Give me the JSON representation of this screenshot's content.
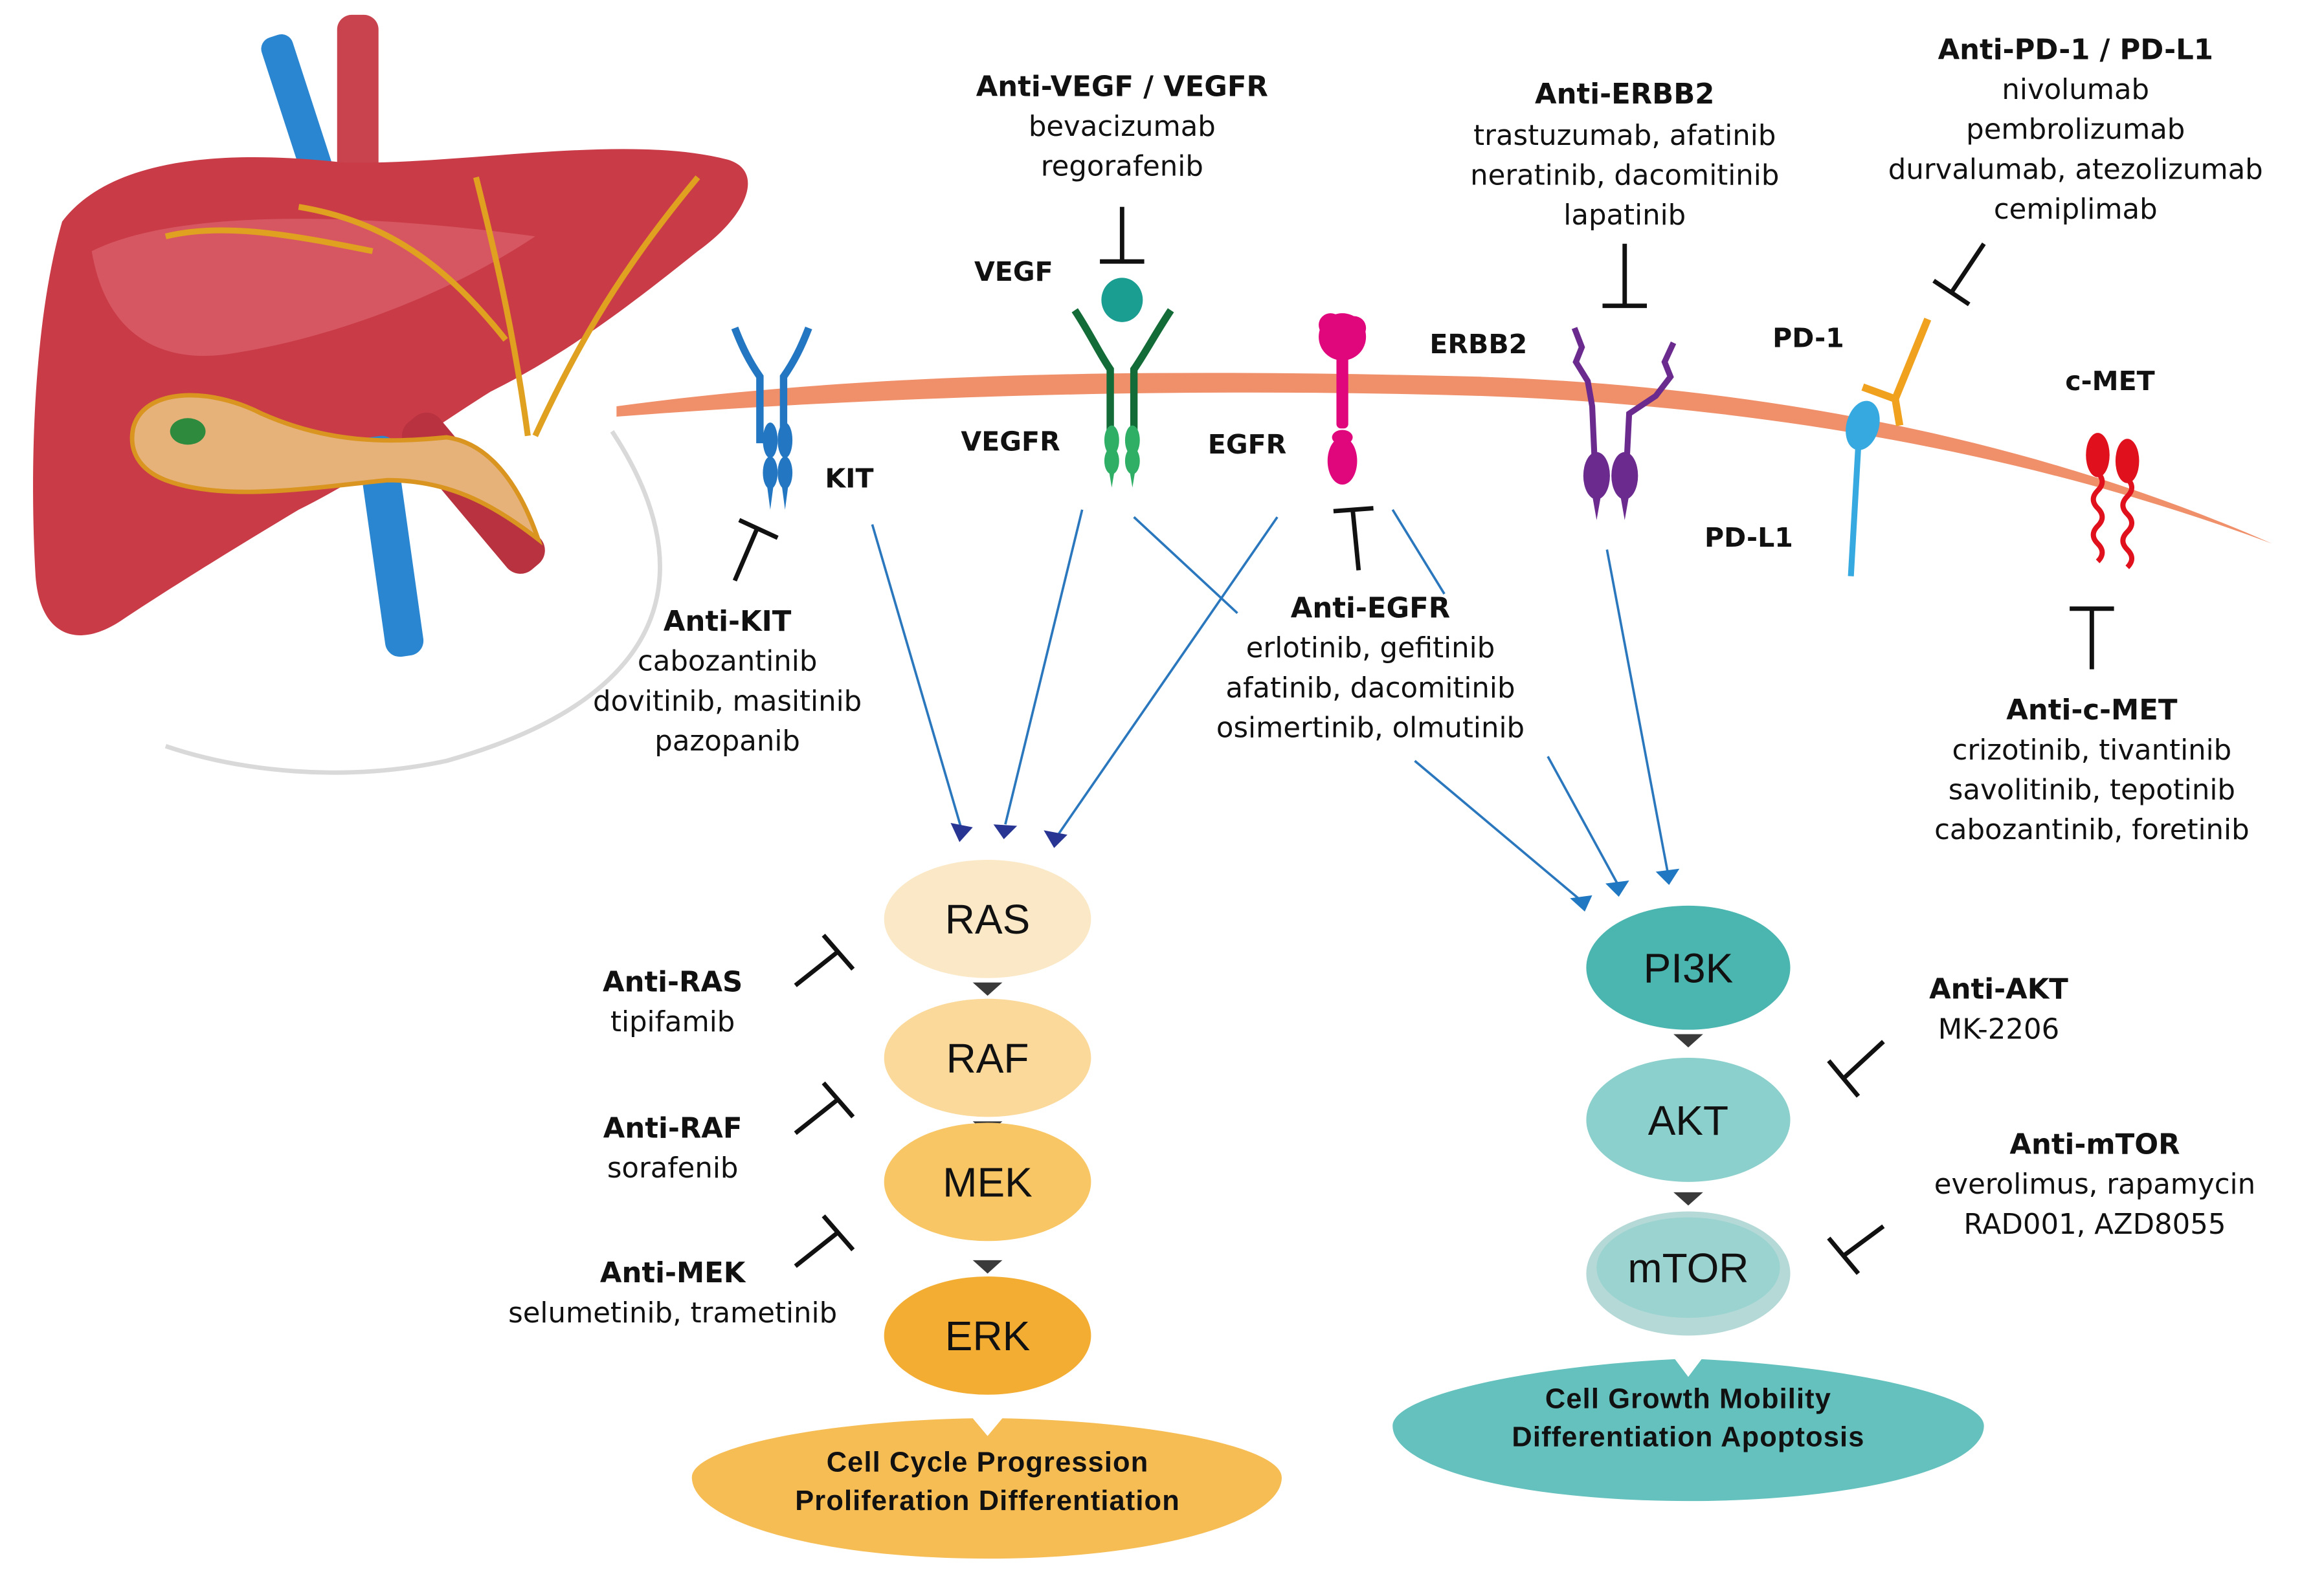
{
  "colors": {
    "membrane": "#f0906a",
    "signal_line": "#2a77bd",
    "signal_head_ras": "#283593",
    "signal_head_pi3k": "#1f78c1",
    "kit": "#2377c2",
    "vegf": "#1a9e92",
    "vegfr_upper": "#136b37",
    "vegfr_lower": "#2fae66",
    "egfr": "#e0077d",
    "erbb2": "#6a2a8e",
    "pd1": "#f0a11e",
    "pdl1": "#35a9e0",
    "cmet": "#e0101c",
    "ras": "#fbe8c6",
    "raf": "#fbd99a",
    "mek": "#f8c664",
    "erk": "#f4ad33",
    "mapk_outcome": "#f6bd55",
    "pi3k": "#4bb5b0",
    "akt": "#8bd0cc",
    "mtor": "#9ad3d0",
    "pi3k_outcome": "#65c1bd",
    "liver": "#c93b46"
  },
  "illustration": {
    "organ": "liver"
  },
  "receptors": {
    "kit": "KIT",
    "vegf": "VEGF",
    "vegfr": "VEGFR",
    "egfr": "EGFR",
    "erbb2": "ERBB2",
    "pd1": "PD-1",
    "pdl1": "PD-L1",
    "cmet": "c-MET"
  },
  "inhibitor_groups": {
    "anti_vegf": {
      "title": "Anti-VEGF / VEGFR",
      "drugs": [
        "bevacizumab",
        "regorafenib"
      ]
    },
    "anti_erbb2": {
      "title": "Anti-ERBB2",
      "drugs": [
        "trastuzumab, afatinib",
        "neratinib, dacomitinib",
        "lapatinib"
      ]
    },
    "anti_pd1": {
      "title": "Anti-PD-1 / PD-L1",
      "drugs": [
        "nivolumab",
        "pembrolizumab",
        "durvalumab, atezolizumab",
        "cemiplimab"
      ]
    },
    "anti_kit": {
      "title": "Anti-KIT",
      "drugs": [
        "cabozantinib",
        "dovitinib, masitinib",
        "pazopanib"
      ]
    },
    "anti_egfr": {
      "title": "Anti-EGFR",
      "drugs": [
        "erlotinib, gefitinib",
        "afatinib, dacomitinib",
        "osimertinib, olmutinib"
      ]
    },
    "anti_cmet": {
      "title": "Anti-c-MET",
      "drugs": [
        "crizotinib, tivantinib",
        "savolitinib, tepotinib",
        "cabozantinib, foretinib"
      ]
    },
    "anti_ras": {
      "title": "Anti-RAS",
      "drugs": [
        "tipifamib"
      ]
    },
    "anti_raf": {
      "title": "Anti-RAF",
      "drugs": [
        "sorafenib"
      ]
    },
    "anti_mek": {
      "title": "Anti-MEK",
      "drugs": [
        "selumetinib, trametinib"
      ]
    },
    "anti_akt": {
      "title": "Anti-AKT",
      "drugs": [
        "MK-2206"
      ]
    },
    "anti_mtor": {
      "title": "Anti-mTOR",
      "drugs": [
        "everolimus, rapamycin",
        "RAD001, AZD8055"
      ]
    }
  },
  "mapk_pathway": {
    "nodes": [
      "RAS",
      "RAF",
      "MEK",
      "ERK"
    ],
    "outcome": [
      "Cell Cycle Progression",
      "Proliferation Differentiation"
    ]
  },
  "pi3k_pathway": {
    "nodes": [
      "PI3K",
      "AKT",
      "mTOR"
    ],
    "outcome": [
      "Cell Growth Mobility",
      "Differentiation Apoptosis"
    ]
  }
}
